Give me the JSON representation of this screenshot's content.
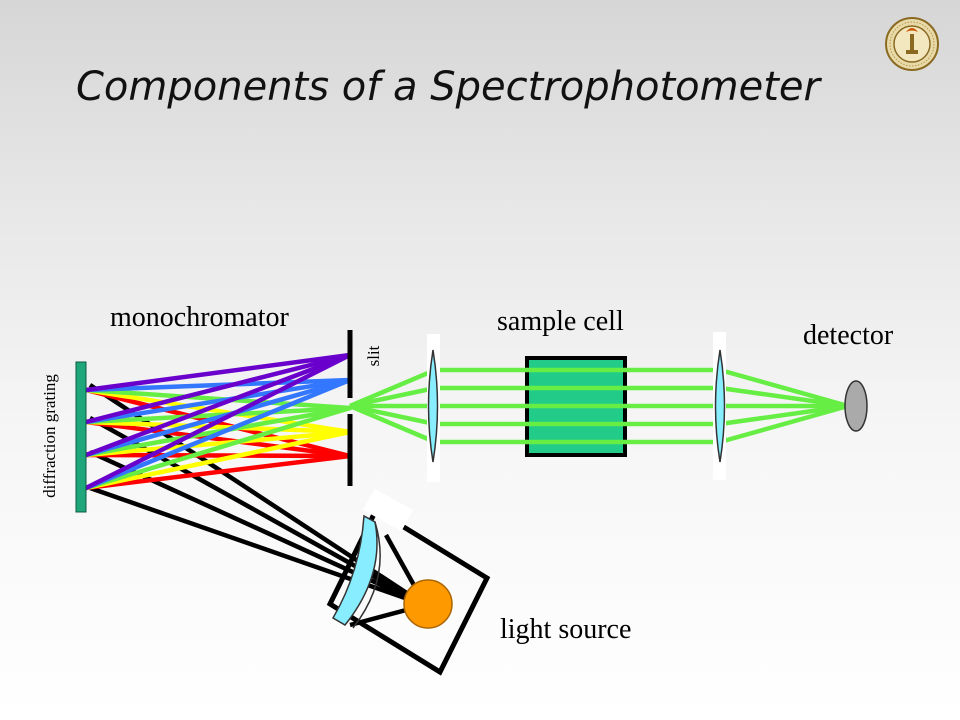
{
  "title": "Components of a Spectrophotometer",
  "labels": {
    "monochromator": "monochromator",
    "diffraction_grating": "diffraction grating",
    "slit": "slit",
    "sample_cell": "sample cell",
    "detector": "detector",
    "light_source": "light source"
  },
  "logo": {
    "name": "caltech-seal",
    "text": "CALIFORNIA INSTITUTE OF TECHNOLOGY",
    "year": "1891"
  },
  "colors": {
    "grating": "#1fa67a",
    "beam": "#66ee44",
    "sample": "#22cc88",
    "lens": "#88eeff",
    "source": "#ff9900",
    "detector": "#aaaaaa",
    "spectrum": [
      "#6a00cc",
      "#3377ff",
      "#66ee44",
      "#ffff00",
      "#ff0000"
    ]
  }
}
